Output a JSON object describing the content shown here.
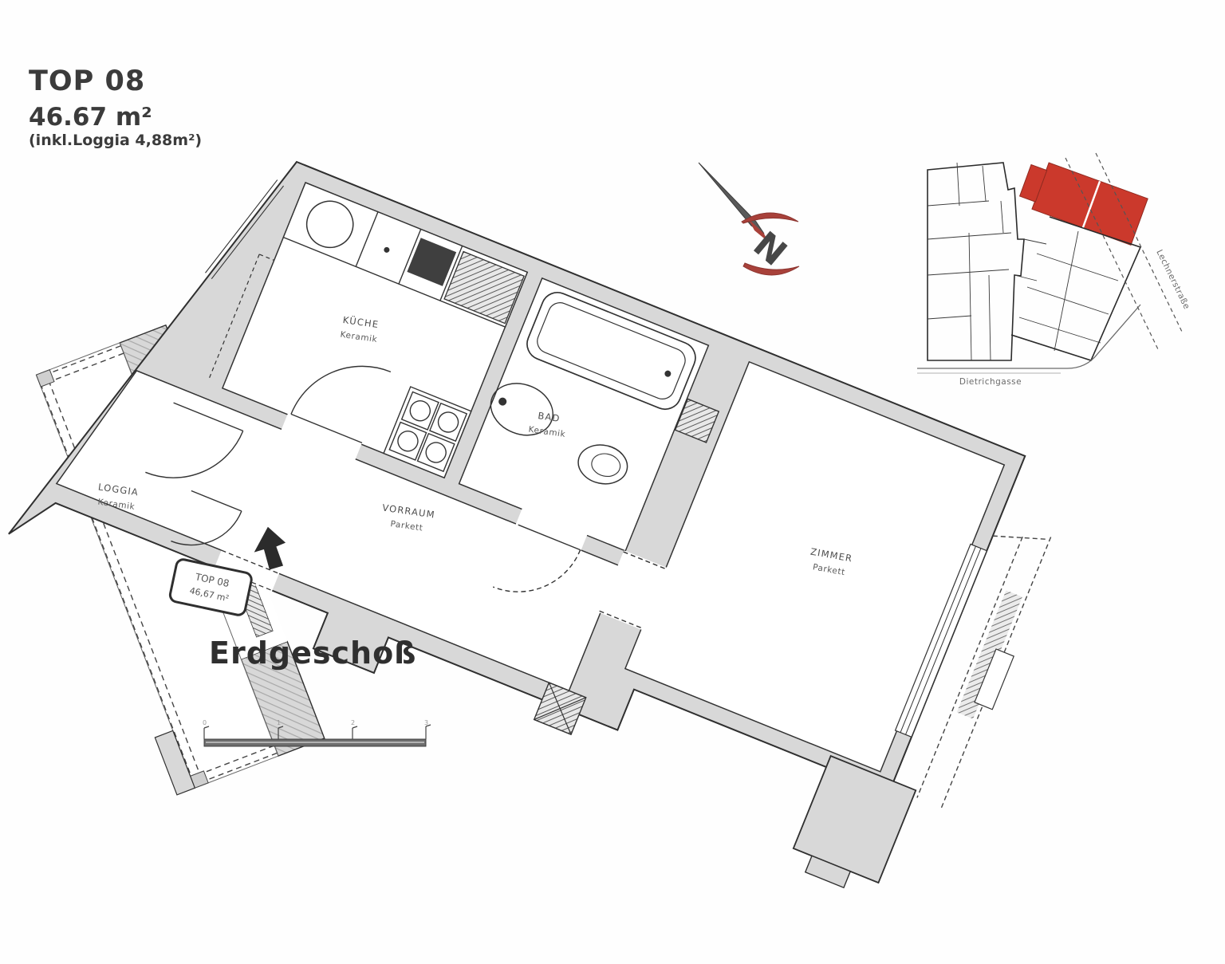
{
  "header": {
    "unit": "TOP 08",
    "area": "46.67 m²",
    "note": "(inkl.Loggia 4,88m²)"
  },
  "floor_label": "Erdgeschoß",
  "rooms": {
    "kueche": {
      "name": "KÜCHE",
      "finish": "Keramik"
    },
    "bad": {
      "name": "BAD",
      "finish": "Keramik"
    },
    "vorraum": {
      "name": "VORRAUM",
      "finish": "Parkett"
    },
    "zimmer": {
      "name": "ZIMMER",
      "finish": "Parkett"
    },
    "loggia": {
      "name": "LOGGIA",
      "finish": "Keramik"
    }
  },
  "unit_tag": {
    "line1": "TOP 08",
    "line2": "46,67 m²"
  },
  "north_indicator": {
    "letter": "N",
    "color": "#a8413a"
  },
  "site_plan": {
    "street_bottom": "Dietrichgasse",
    "street_right": "Lechnerstraße",
    "highlight_color": "#cb392c"
  },
  "scale_bar": {
    "ticks": [
      "0",
      "1",
      "2",
      "3"
    ]
  },
  "colors": {
    "wall_fill": "#d8d8d8",
    "line": "#2f2f2f"
  }
}
